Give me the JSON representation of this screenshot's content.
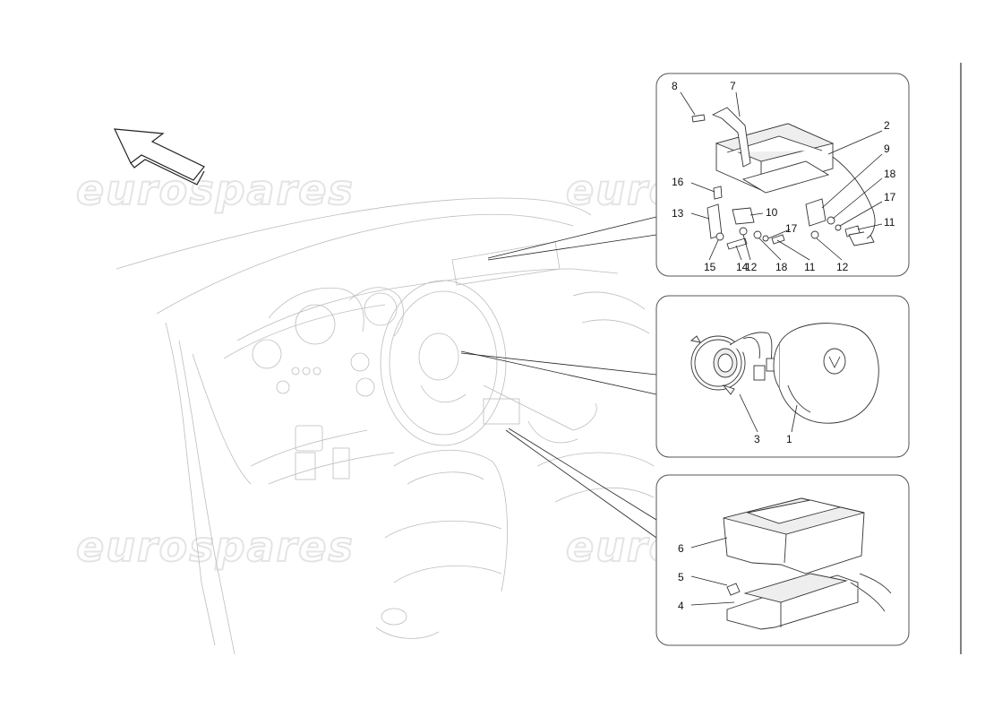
{
  "watermark": "eurospares",
  "callouts": {
    "top": [
      "8",
      "7",
      "2",
      "9",
      "16",
      "13",
      "10",
      "18",
      "17",
      "11",
      "17",
      "15",
      "14",
      "12",
      "18",
      "11",
      "12"
    ],
    "middle": [
      "3",
      "1"
    ],
    "bottom": [
      "6",
      "5",
      "4"
    ]
  },
  "icons": [
    "direction-arrow-icon"
  ]
}
